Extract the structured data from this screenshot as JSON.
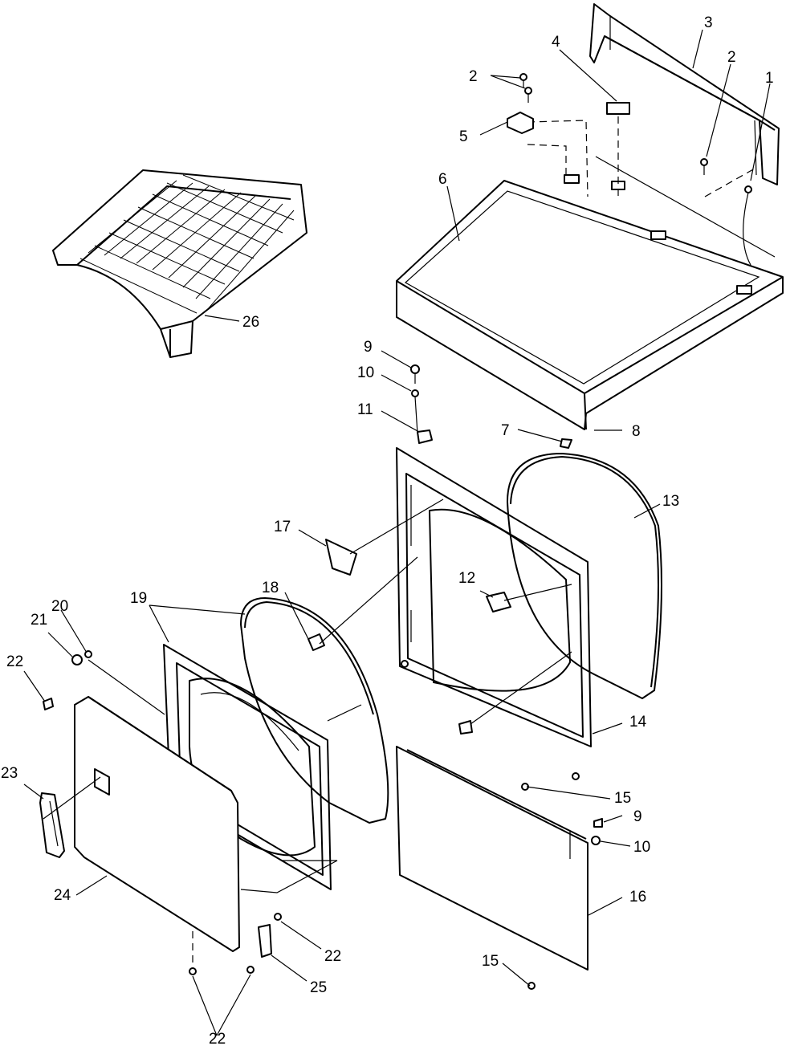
{
  "callouts": {
    "c1": "1",
    "c2a": "2",
    "c2b": "2",
    "c3": "3",
    "c4": "4",
    "c5": "5",
    "c6": "6",
    "c7": "7",
    "c8": "8",
    "c9a": "9",
    "c9b": "9",
    "c10a": "10",
    "c10b": "10",
    "c11": "11",
    "c12": "12",
    "c13": "13",
    "c14": "14",
    "c15a": "15",
    "c15b": "15",
    "c16": "16",
    "c17": "17",
    "c18": "18",
    "c19": "19",
    "c20": "20",
    "c21": "21",
    "c22a": "22",
    "c22b": "22",
    "c22c": "22",
    "c23": "23",
    "c24": "24",
    "c25": "25",
    "c26": "26"
  }
}
